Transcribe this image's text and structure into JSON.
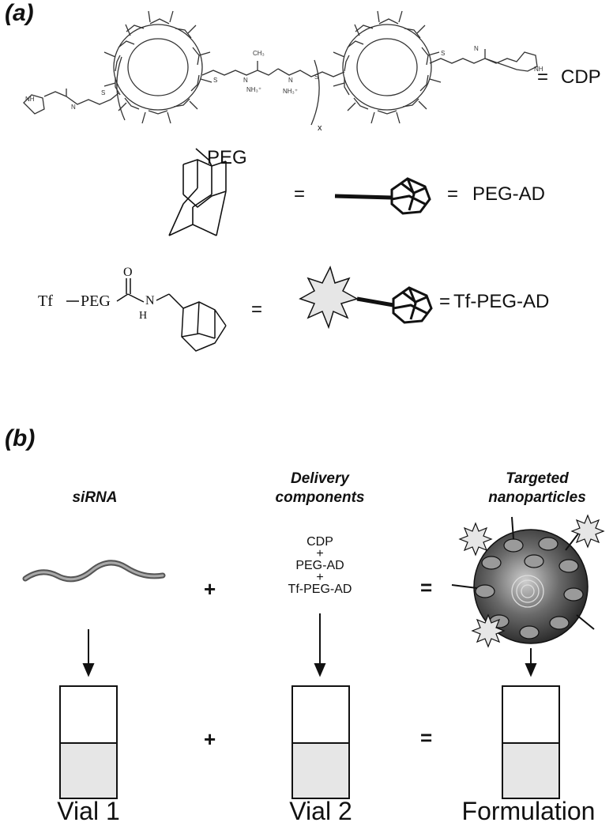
{
  "panel_a": {
    "label": "(a)",
    "cdp_label": "CDP",
    "eq": "=",
    "peg_label": "PEG",
    "peg_ad_label": "PEG-AD",
    "tf_left": "Tf",
    "tf_peg": "PEG",
    "tf_o": "O",
    "tf_n": "N",
    "tf_h": "H",
    "tf_peg_ad_label": "Tf-PEG-AD",
    "subscript_x": "x"
  },
  "panel_b": {
    "label": "(b)",
    "col1_title": "siRNA",
    "col2_title_line1": "Delivery",
    "col2_title_line2": "components",
    "col3_title_line1": "Targeted",
    "col3_title_line2": "nanoparticles",
    "components": [
      "CDP",
      "+",
      "PEG-AD",
      "+",
      "Tf-PEG-AD"
    ],
    "plus": "+",
    "equals": "=",
    "vial1": "Vial 1",
    "vial2": "Vial 2",
    "vial3": "Formulation"
  },
  "colors": {
    "line": "#111111",
    "fill_light": "#e6e6e6",
    "sphere_dark": "#3a3a3a",
    "strand": "#8a8a8a"
  }
}
